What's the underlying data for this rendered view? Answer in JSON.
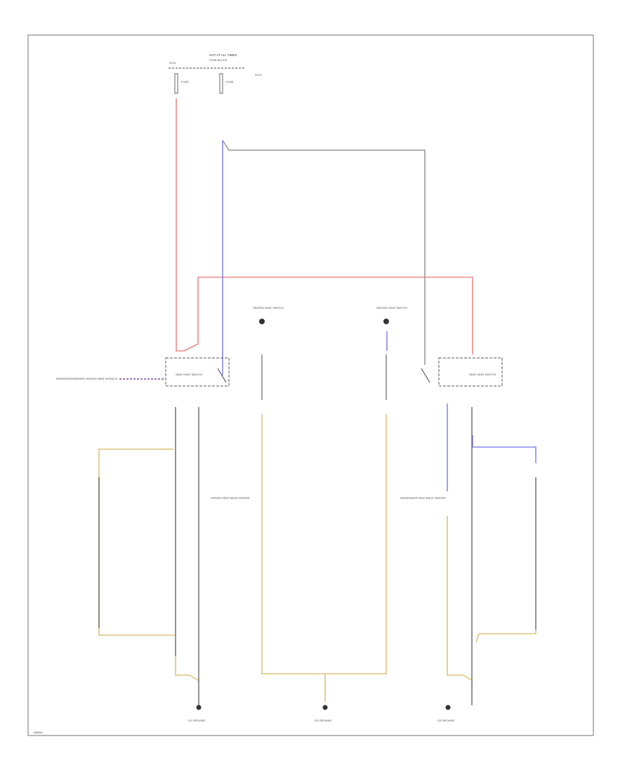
{
  "diagram": {
    "fuse_box_label": "HOT AT ALL TIMES",
    "fuse_box_sub": "FUSE BLOCK",
    "fuse_left": "FUSE",
    "fuse_right": "FUSE",
    "pin_left": "SC11",
    "pin_right": "SC12",
    "harness_label": "DRIVER/PASSENGER HEATED SEAT MODULE",
    "left_module": "SEAT HEAT SWITCH",
    "right_module": "SEAT HEAT SWITCH",
    "center_left": "HEATED SEAT SWITCH",
    "center_right": "HEATED SEAT SWITCH",
    "driver_seat_label": "DRIVER SEAT BACK HEATER",
    "passenger_seat_label": "PASSENGER SEAT BACK HEATER",
    "ground_left": "G1 GROUND",
    "ground_center": "G2 GROUND",
    "ground_right": "G3 GROUND",
    "footer_code": "W8054"
  }
}
